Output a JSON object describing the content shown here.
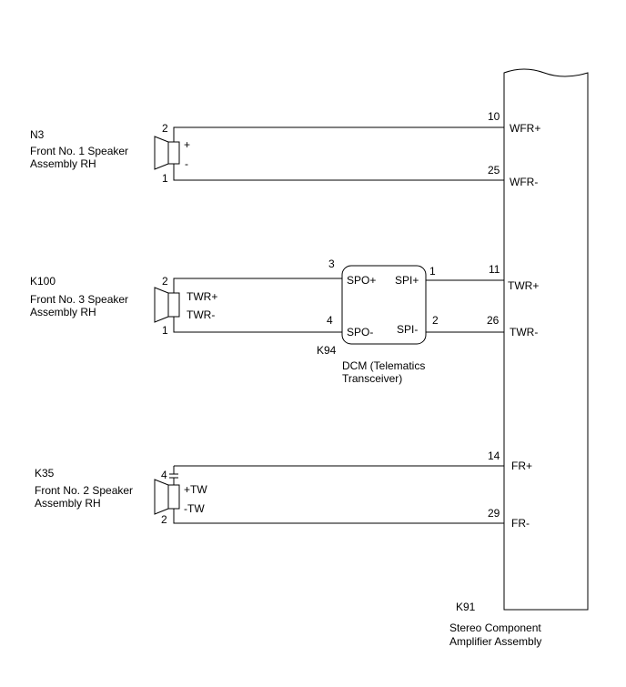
{
  "speakers": [
    {
      "code": "N3",
      "name_line1": "Front No. 1 Speaker",
      "name_line2": "Assembly RH",
      "pin_top": "2",
      "pin_bottom": "1",
      "label_top": "+",
      "label_bottom": "-"
    },
    {
      "code": "K100",
      "name_line1": "Front No. 3 Speaker",
      "name_line2": "Assembly RH",
      "pin_top": "2",
      "pin_bottom": "1",
      "label_top": "TWR+",
      "label_bottom": "TWR-"
    },
    {
      "code": "K35",
      "name_line1": "Front No. 2 Speaker",
      "name_line2": "Assembly RH",
      "pin_top": "4",
      "pin_bottom": "2",
      "label_top": "+TW",
      "label_bottom": "-TW"
    }
  ],
  "dcm": {
    "code": "K94",
    "name_line1": "DCM (Telematics",
    "name_line2": "Transceiver)",
    "pin_spo_plus": "3",
    "pin_spo_minus": "4",
    "pin_spi_plus": "1",
    "pin_spi_minus": "2",
    "label_spo_plus": "SPO+",
    "label_spo_minus": "SPO-",
    "label_spi_plus": "SPI+",
    "label_spi_minus": "SPI-"
  },
  "amplifier": {
    "code": "K91",
    "name_line1": "Stereo Component",
    "name_line2": "Amplifier Assembly",
    "terminals": [
      {
        "pin": "10",
        "label": "WFR+"
      },
      {
        "pin": "25",
        "label": "WFR-"
      },
      {
        "pin": "11",
        "label": "TWR+"
      },
      {
        "pin": "26",
        "label": "TWR-"
      },
      {
        "pin": "14",
        "label": "FR+"
      },
      {
        "pin": "29",
        "label": "FR-"
      }
    ]
  }
}
